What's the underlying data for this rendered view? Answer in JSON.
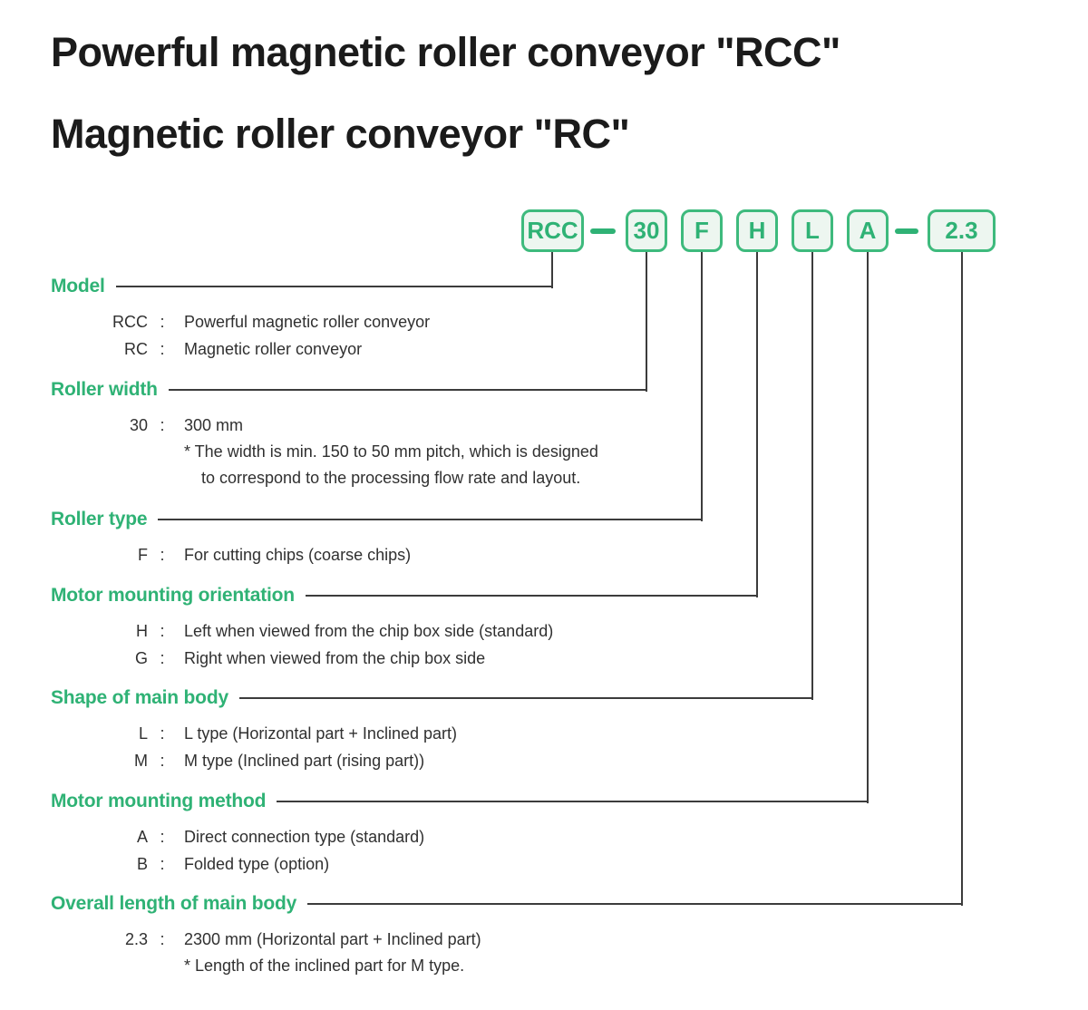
{
  "titles": [
    "Powerful magnetic roller conveyor \"RCC\"",
    "Magnetic roller conveyor \"RC\""
  ],
  "model_code": {
    "boxes": [
      "RCC",
      "30",
      "F",
      "H",
      "L",
      "A",
      "2.3"
    ],
    "separator": "–"
  },
  "colors": {
    "accent_green": "#2fb275",
    "box_border_green": "#3eba7d",
    "box_fill_green": "#edf6f0",
    "connector_line": "#3c3c3c",
    "body_text": "#303030",
    "title_text": "#1b1b1b"
  },
  "sections": [
    {
      "label": "Model",
      "rows": [
        {
          "code": "RCC",
          "separator": ":",
          "desc": "Powerful magnetic roller conveyor"
        },
        {
          "code": "RC",
          "separator": ":",
          "desc": "Magnetic roller conveyor"
        }
      ],
      "notes": []
    },
    {
      "label": "Roller width",
      "rows": [
        {
          "code": "30",
          "separator": ":",
          "desc": "300 mm"
        }
      ],
      "notes": [
        "* The width is min. 150 to 50 mm pitch, which is designed",
        "to correspond to the processing flow rate and layout."
      ]
    },
    {
      "label": "Roller type",
      "rows": [
        {
          "code": "F",
          "separator": ":",
          "desc": "For cutting chips (coarse chips)"
        }
      ],
      "notes": []
    },
    {
      "label": "Motor mounting orientation",
      "rows": [
        {
          "code": "H",
          "separator": ":",
          "desc": "Left when viewed from the chip box side (standard)"
        },
        {
          "code": "G",
          "separator": ":",
          "desc": "Right when viewed from the chip box side"
        }
      ],
      "notes": []
    },
    {
      "label": "Shape of main body",
      "rows": [
        {
          "code": "L",
          "separator": ":",
          "desc": "L type (Horizontal part + Inclined part)"
        },
        {
          "code": "M",
          "separator": ":",
          "desc": "M type (Inclined part (rising part))"
        }
      ],
      "notes": []
    },
    {
      "label": "Motor mounting method",
      "rows": [
        {
          "code": "A",
          "separator": ":",
          "desc": "Direct connection type (standard)"
        },
        {
          "code": "B",
          "separator": ":",
          "desc": "Folded type (option)"
        }
      ],
      "notes": []
    },
    {
      "label": "Overall length of main body",
      "rows": [
        {
          "code": "2.3",
          "separator": ":",
          "desc": "2300 mm (Horizontal part + Inclined part)"
        }
      ],
      "notes": [
        "* Length of the inclined part for M type."
      ]
    }
  ]
}
